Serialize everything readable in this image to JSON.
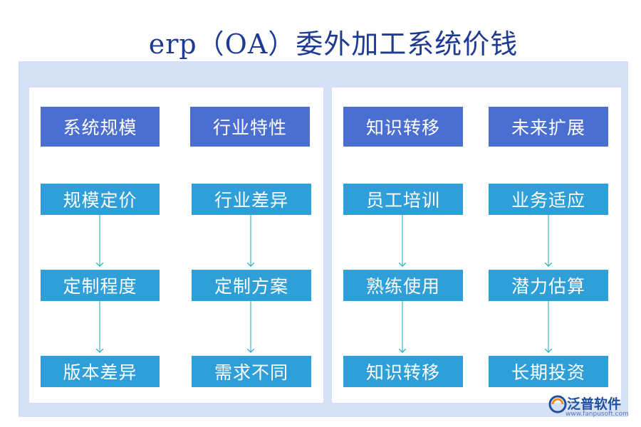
{
  "title": "erp（OA）委外加工系统价钱",
  "columns": [
    {
      "header": "系统规模",
      "steps": [
        "规模定价",
        "定制程度",
        "版本差异"
      ]
    },
    {
      "header": "行业特性",
      "steps": [
        "行业差异",
        "定制方案",
        "需求不同"
      ]
    },
    {
      "header": "知识转移",
      "steps": [
        "员工培训",
        "熟练使用",
        "知识转移"
      ]
    },
    {
      "header": "未来扩展",
      "steps": [
        "业务适应",
        "潜力估算",
        "长期投资"
      ]
    }
  ],
  "watermark": {
    "name": "泛普软件",
    "url": "www.fanpusoft.com"
  },
  "colors": {
    "title": "#1f3a93",
    "frame": "#d6e0f5",
    "header_box": "#4a6fd1",
    "step_box": "#2f9fd9",
    "arrow": "#3bb4c9"
  }
}
